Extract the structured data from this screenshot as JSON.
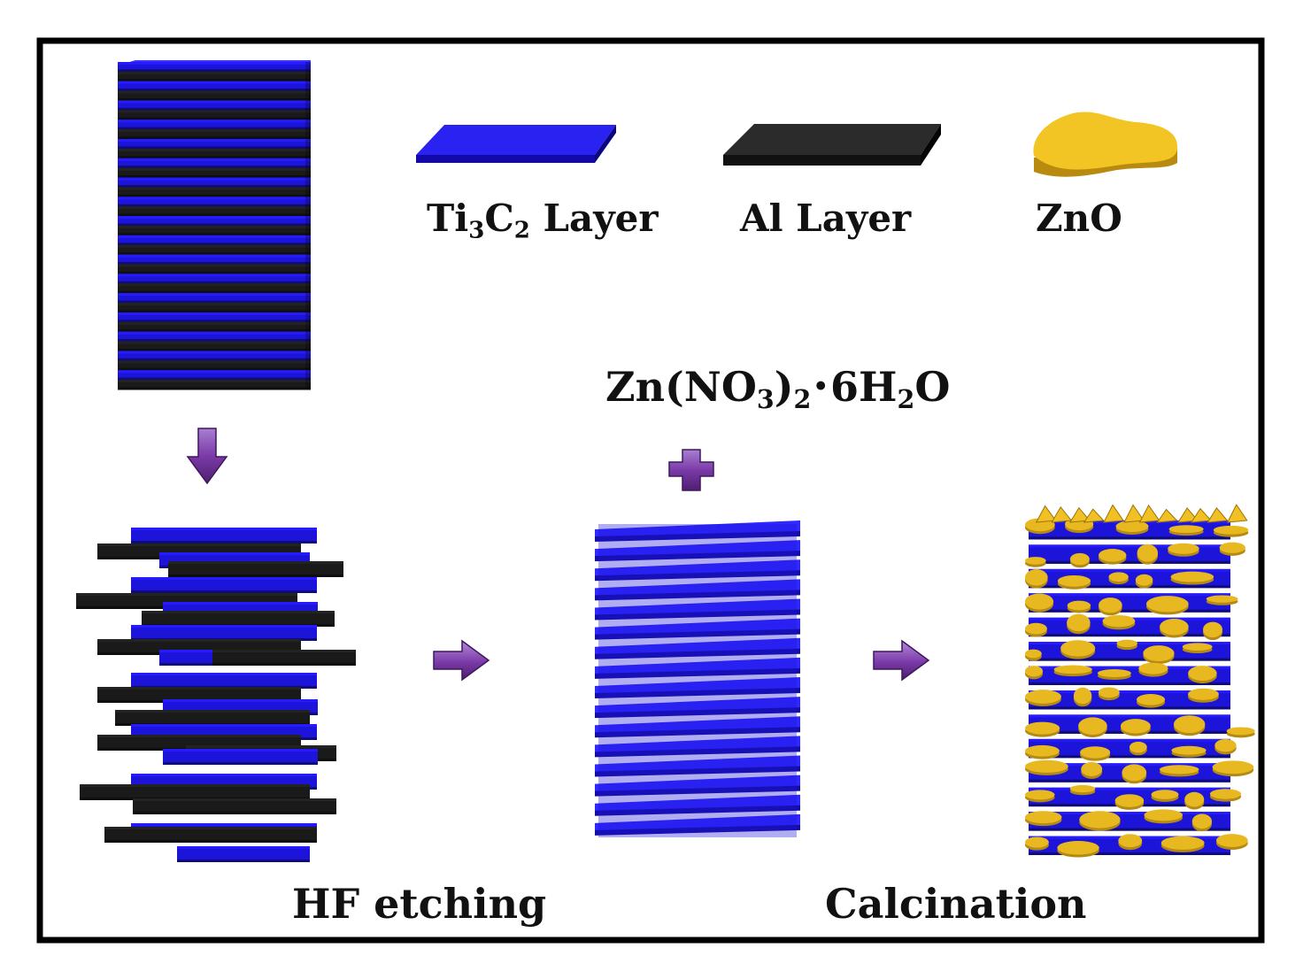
{
  "legend": {
    "ti3c2": {
      "prefix": "Ti",
      "s1": "3",
      "mid": "C",
      "s2": "2",
      "suffix": " Layer"
    },
    "al": "Al Layer",
    "zno": "ZnO"
  },
  "reagent": {
    "p1": "Zn(NO",
    "s1": "3",
    "p2": ")",
    "s2": "2",
    "dot": "•",
    "p3": "6H",
    "s3": "2",
    "p4": "O"
  },
  "steps": {
    "etching": "HF etching",
    "calcination": "Calcination"
  },
  "colors": {
    "ti3c2": "#1c14d8",
    "al": "#1a1a1a",
    "zno": "#e8b820",
    "arrow": "#7b3aa8",
    "frame": "#000000"
  }
}
